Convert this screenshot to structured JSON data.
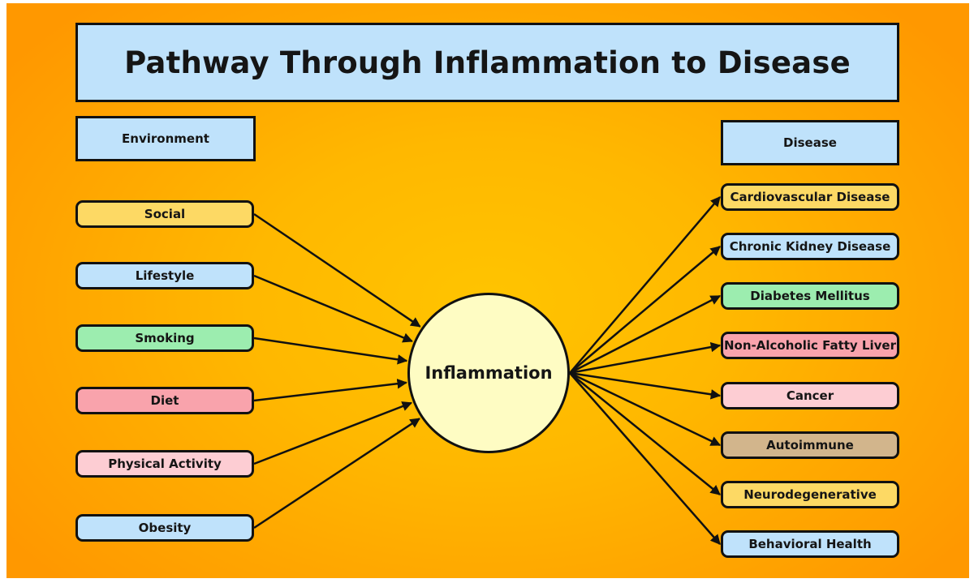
{
  "title": "Pathway Through Inflammation to Disease",
  "left_column": {
    "header": "Environment",
    "items": [
      {
        "label": "Social",
        "color": "#fdd964"
      },
      {
        "label": "Lifestyle",
        "color": "#bfe2fb"
      },
      {
        "label": "Smoking",
        "color": "#9cedaf"
      },
      {
        "label": "Diet",
        "color": "#f9a3ac"
      },
      {
        "label": "Physical Activity",
        "color": "#fdcdd3"
      },
      {
        "label": "Obesity",
        "color": "#bfe2fb"
      }
    ]
  },
  "center": {
    "label": "Inflammation",
    "color": "#fefcc3"
  },
  "right_column": {
    "header": "Disease",
    "items": [
      {
        "label": "Cardiovascular Disease",
        "color": "#fdd964"
      },
      {
        "label": "Chronic Kidney Disease",
        "color": "#bfe2fb"
      },
      {
        "label": "Diabetes Mellitus",
        "color": "#9cedaf"
      },
      {
        "label": "Non-Alcoholic Fatty Liver",
        "color": "#f9a3ac"
      },
      {
        "label": "Cancer",
        "color": "#fdcdd3"
      },
      {
        "label": "Autoimmune",
        "color": "#d2b58c"
      },
      {
        "label": "Neurodegenerative",
        "color": "#fdd964"
      },
      {
        "label": "Behavioral Health",
        "color": "#bfe2fb"
      }
    ]
  },
  "arrows": {
    "direction_left": "environment-to-inflammation",
    "direction_right": "inflammation-to-disease"
  },
  "colors": {
    "background_center": "#ffc400",
    "background_edge": "#ff9800",
    "outline": "#111111"
  }
}
